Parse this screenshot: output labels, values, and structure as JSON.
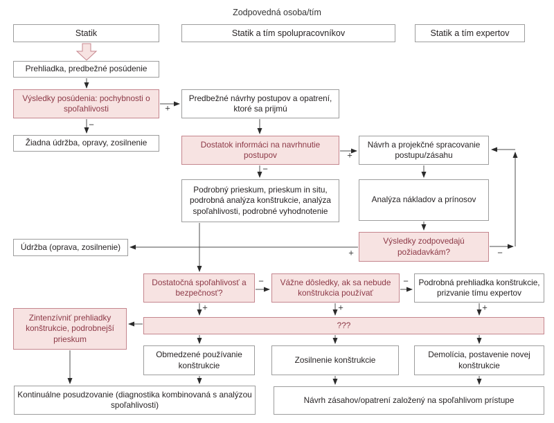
{
  "title": "Zodpovedná osoba/tím",
  "signs": {
    "plus": "+",
    "minus": "−"
  },
  "colors": {
    "pink_fill": "#f7e3e2",
    "pink_border": "#c4858d",
    "pink_text": "#8c3846",
    "white_box_border": "#9c9c9c",
    "text": "#231f20",
    "arrow": "#4d4d4d"
  },
  "headers": {
    "statik": {
      "text": "Statik"
    },
    "spolupracovnici": {
      "text": "Statik a tím spolupracovníkov"
    },
    "experti": {
      "text": "Statik a tím expertov"
    }
  },
  "nodes": {
    "prehliadka": {
      "text": "Prehliadka, predbežné posúdenie"
    },
    "vysledky_posudenia": {
      "text": "Výsledky posúdenia: pochybnosti o spoľahlivosti"
    },
    "predbezne_navrhy": {
      "text": "Predbežné návrhy postupov a opatrení, ktoré sa prijmú"
    },
    "ziadna_udrzba": {
      "text": "Žiadna údržba, opravy, zosilnenie"
    },
    "dostatok_informacii": {
      "text": "Dostatok informáci na navrhnutie postupov"
    },
    "navrh_projekcne": {
      "text": "Návrh a projekčné spracovanie postupu/zásahu"
    },
    "podrobny_prieskum": {
      "text": "Podrobný prieskum, prieskum in situ, podrobná analýza konštrukcie, analýza spoľahlivosti, podrobné vyhodnotenie"
    },
    "analyza_nakladov": {
      "text": "Analýza nákladov a prínosov"
    },
    "udrzba": {
      "text": "Údržba (oprava, zosilnenie)"
    },
    "vysledky_zodpovedaju": {
      "text": "Výsledky zodpovedajú požiadavkám?"
    },
    "dostatocna_spolahlivost": {
      "text": "Dostatočná spoľahlivosť a bezpečnosť?"
    },
    "vazne_dosledky": {
      "text": "Vážne dôsledky, ak sa nebude konštrukcia používať"
    },
    "podrobna_prehliadka": {
      "text": "Podrobná prehliadka konštrukcie, prizvanie tímu expertov"
    },
    "zintenzivnit": {
      "text": "Zintenzívniť prehliadky konštrukcie, podrobnejší prieskum"
    },
    "otazniky": {
      "text": "???"
    },
    "obmedzene_pouzivanie": {
      "text": "Obmedzené používanie konštrukcie"
    },
    "zosilnenie": {
      "text": "Zosilnenie konštrukcie"
    },
    "demolicia": {
      "text": "Demolícia, postavenie novej konštrukcie"
    },
    "kontinualne": {
      "text": "Kontinuálne posudzovanie (diagnostika kombinovaná s analýzou spoľahlivosti)"
    },
    "navrh_zasahov": {
      "text": "Návrh zásahov/opatrení založený na spoľahlivom prístupe"
    }
  }
}
